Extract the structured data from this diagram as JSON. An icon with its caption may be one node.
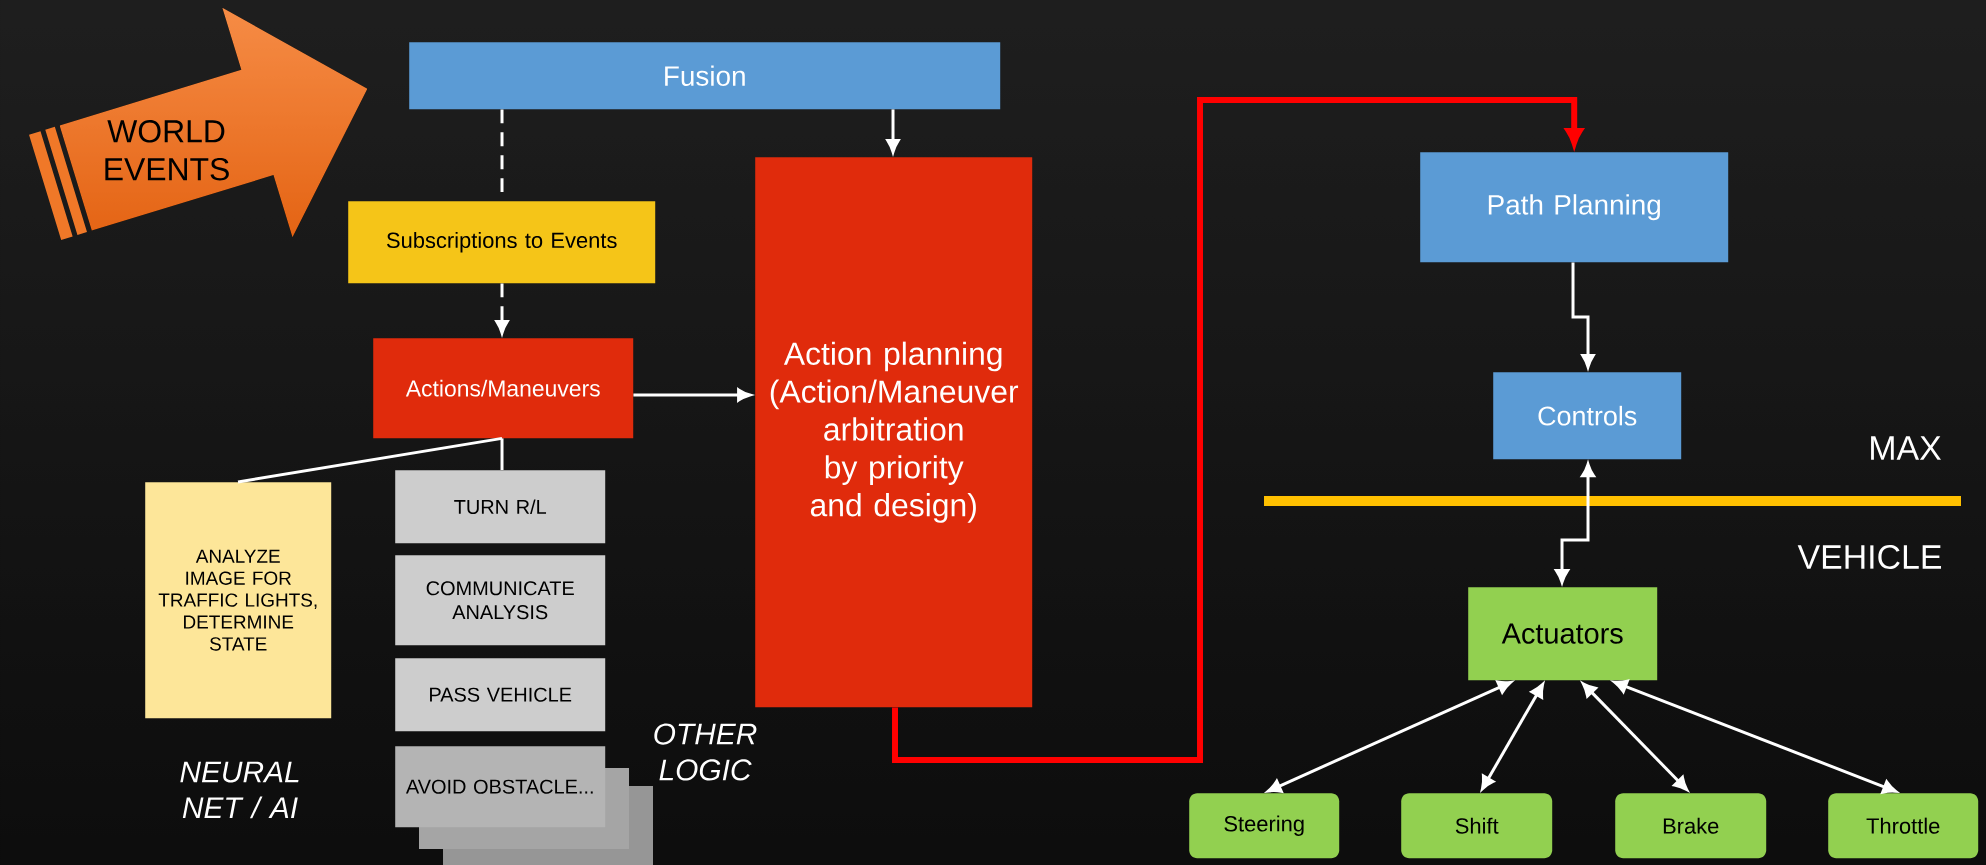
{
  "diagram": {
    "nodes": [
      {
        "text": [
          "WORLD EVENTS"
        ]
      },
      {
        "text": [
          "Fusion"
        ]
      },
      {
        "text": [
          "Subscriptions to Events"
        ]
      },
      {
        "text": [
          "Actions/Maneuvers"
        ]
      },
      {
        "text": [
          "Action planning (Action/Maneuver arbitration by priority and design)"
        ]
      },
      {
        "text": [
          "ANALYZE IMAGE FOR TRAFFIC LIGHTS, DETERMINE STATE"
        ]
      },
      {
        "text": [
          "TURN R/L"
        ]
      },
      {
        "text": [
          "COMMUNICATE ANALYSIS"
        ]
      },
      {
        "text": [
          "PASS VEHICLE"
        ]
      },
      {
        "text": [
          "AVOID OBSTACLE..."
        ]
      },
      {
        "text": [
          "Path Planning"
        ]
      },
      {
        "text": [
          "Controls"
        ]
      },
      {
        "text": [
          "Actuators"
        ]
      },
      {
        "text": [
          "Steering"
        ]
      },
      {
        "text": [
          "Shift"
        ]
      },
      {
        "text": [
          "Brake"
        ]
      },
      {
        "text": [
          "Throttle"
        ]
      }
    ],
    "edges": [
      {
        "from": 1,
        "to": 2,
        "arrow": "none",
        "style": "dashed"
      },
      {
        "from": 2,
        "to": 3,
        "arrow": "to",
        "style": "dashed"
      },
      {
        "from": 1,
        "to": 4,
        "arrow": "to"
      },
      {
        "from": 3,
        "to": 4,
        "arrow": "to"
      },
      {
        "from": 3,
        "to": 5,
        "arrow": "none"
      },
      {
        "from": 3,
        "to": 6,
        "arrow": "none"
      },
      {
        "from": 4,
        "to": 10,
        "arrow": "to",
        "style": "thick",
        "color": "#ff0000"
      },
      {
        "from": 10,
        "to": 11,
        "arrow": "to"
      },
      {
        "from": 11,
        "to": 12,
        "arrow": "both"
      },
      {
        "from": 12,
        "to": 13,
        "arrow": "both"
      },
      {
        "from": 12,
        "to": 14,
        "arrow": "both"
      },
      {
        "from": 12,
        "to": 15,
        "arrow": "both"
      },
      {
        "from": 12,
        "to": 16,
        "arrow": "both"
      }
    ],
    "labels": [
      "NEURAL NET / AI",
      "OTHER LOGIC",
      "MAX",
      "VEHICLE"
    ]
  }
}
